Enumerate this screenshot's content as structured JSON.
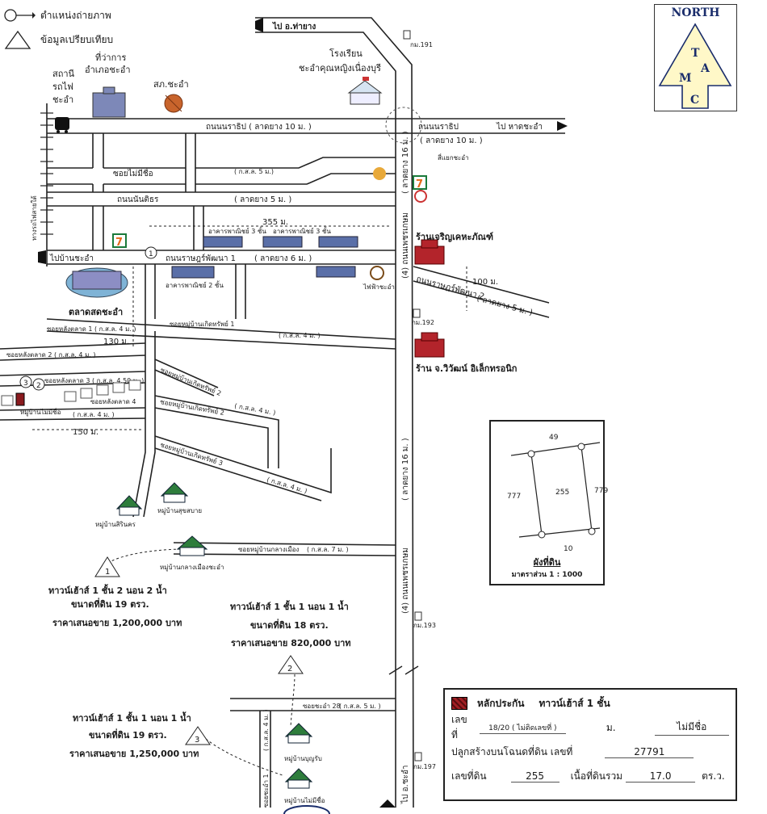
{
  "legend": {
    "photo_position": "ตำแหน่งถ่ายภาพ",
    "comparison_data": "ข้อมูลเปรียบเทียบ"
  },
  "north": {
    "title": "NORTH",
    "letters": [
      "T",
      "A",
      "M",
      "C"
    ]
  },
  "destinations": {
    "to_tha_yang": "ไป อ.ท่ายาง",
    "to_hat_cha_am": "ไป หาดชะอำ",
    "to_ban_cha_am": "ไปบ้านชะอำ",
    "to_cha_am_bottom": "ไป อ.ชะอำ"
  },
  "roads": {
    "narathip_w": "ถนนนราธิป  ( ลาดยาง 10 ม. )",
    "narathip_e": "ถนนนราธิป",
    "narathip_e_spec": "( ลาดยาง 10 ม. )",
    "soi_mai_mi_chue": "ซอยไม่มีชื่อ",
    "soi_spec_5": "( ก.ส.ล. 5 ม.)",
    "nanthiraj": "ถนนนันติธร",
    "nanthiraj_spec": "( ลาดยาง 5 ม. )",
    "ratchaphruek1": "ถนนราษฎร์พัฒนา 1",
    "ratchaphruek1_spec": "( ลาดยาง 6 ม. )",
    "ratchaphruek2": "ถนนราษฎร์พัฒนา 2",
    "ratchaphruek2_spec": "( ลาดยาง 5 ม. )",
    "phetkasem": "(4) ถนนเพชรเกษม",
    "phetkasem_spec": "( ลาดยาง 16 ม. )",
    "km191": "กม.191",
    "km192": "กม.192",
    "km193": "กม.193",
    "km197": "กม.197",
    "junction_cha_am": "สี่แยกชะอำ",
    "soi_lang_talad1": "ซอยหลังตลาด 1 ( ก.ส.ล. 4 ม. )",
    "soi_lang_talad2": "ซอยหลังตลาด 2  ( ก.ส.ล. 4 ม. )",
    "soi_lang_talad3": "ซอยหลังตลาด 3  ( ก.ส.ล. 4.50 ม. )",
    "soi_lang_talad4": "ซอยหลังตลาด 4",
    "soi_spec_4": "( ก.ส.ล. 4 ม. )",
    "soi_mooban_kerdsap1": "ซอยหมู่บ้านเกิดทรัพย์ 1",
    "soi_mooban_kerdsap2": "ซอยหมู่บ้านเกิดทรัพย์ 2",
    "soi_mooban_kerdsap2b": "ซอยหมู่บ้านเกิดทรัพย์ 2",
    "soi_mooban_kerdsap3": "ซอยหมู่บ้านเกิดทรัพย์ 3",
    "soi_klang_muang": "ซอยหมู่บ้านกลางเมือง",
    "soi_klang_muang_spec": "( ก.ส.ล. 7 ม. )",
    "soi_cha_am28": "ซอยชะอำ 28",
    "soi_cha_am28_spec": "( ก.ส.ล. 5 ม. )",
    "soi_vertical_1": "ซอยชะอำ 1",
    "soi_vertical_spec": "( ก.ส.ล. 4 ม. )",
    "railway": "ทางรถไฟสายใต้",
    "dist_355": "355 ม.",
    "dist_100": "100 ม.",
    "dist_130": "130 ม.",
    "dist_150": "150 ม."
  },
  "places": {
    "station": "สถานี\nรถไฟ\nชะอำ",
    "district_office": "ที่ว่าการ\nอำเภอชะอำ",
    "police": "สภ.ชะอำ",
    "school": "โรงเรียน\nชะอำคุณหญิงเนื่องบุรี",
    "market": "ตลาดสดชะอำ",
    "commercial3_a": "อาคารพาณิชย์ 3 ชั้น",
    "commercial3_b": "อาคารพาณิชย์ 3 ชั้น",
    "commercial2": "อาคารพาณิชย์ 2 ชั้น",
    "power_office": "ไฟฟ้าชะอำ",
    "pharmacy": "ร้านเจริญเคหะภัณฑ์",
    "electronics": "ร้าน จ.วิวัฒน์ อิเล็กทรอนิก",
    "village_nomname": "หมู่บ้านไม่มีชื่อ",
    "village_sirinakorn": "หมู่บ้านสิรินคร",
    "village_suksabai": "หมู่บ้านสุขสบาย",
    "village_klang": "หมู่บ้านกลางเมืองชะอำ",
    "village_boonsap": "หมู่บ้านบุญรับ",
    "village_nomname2": "หมู่บ้านไม่มีชื่อ",
    "seven_eleven": "7"
  },
  "comparisons": [
    {
      "num": "1",
      "lines": [
        "ทาวน์เฮ้าส์ 1 ชั้น 2 นอน 2 น้ำ",
        "ขนาดที่ดิน 19 ตรว.",
        "ราคาเสนอขาย 1,200,000 บาท"
      ]
    },
    {
      "num": "2",
      "lines": [
        "ทาวน์เฮ้าส์ 1 ชั้น 1 นอน 1 น้ำ",
        "ขนาดที่ดิน 18 ตรว.",
        "ราคาเสนอขาย 820,000 บาท"
      ]
    },
    {
      "num": "3",
      "lines": [
        "ทาวน์เฮ้าส์ 1 ชั้น 1 นอน 1 น้ำ",
        "ขนาดที่ดิน 19 ตรว.",
        "ราคาเสนอขาย 1,250,000 บาท"
      ]
    }
  ],
  "photo_points": [
    "1",
    "2",
    "3"
  ],
  "plot": {
    "top": "49",
    "left": "777",
    "center": "255",
    "right": "779",
    "bottom": "10",
    "title": "ผังที่ดิน",
    "scale": "มาตราส่วน 1 : 1000"
  },
  "collateral": {
    "heading": "หลักประกัน",
    "type": "ทาวน์เฮ้าส์ 1 ชั้น",
    "house_no_label": "เลขที่",
    "house_no_value": "18/20 ( ไม่ติดเลขที่ )",
    "moo_label": "ม.",
    "village_value": "ไม่มีชื่อ",
    "deed_label": "ปลูกสร้างบนโฉนดที่ดิน  เลขที่",
    "deed_value": "27791",
    "land_no_label": "เลขที่ดิน",
    "land_no_value": "255",
    "area_label": "เนื้อที่ดินรวม",
    "area_value": "17.0",
    "area_unit": "ตร.ว."
  },
  "colors": {
    "building_blue": "#5a6fa8",
    "building_red": "#b3242b",
    "village_green": "#2e7d3c",
    "north_arrow_fill": "#fff8c8",
    "road": "#222222"
  }
}
